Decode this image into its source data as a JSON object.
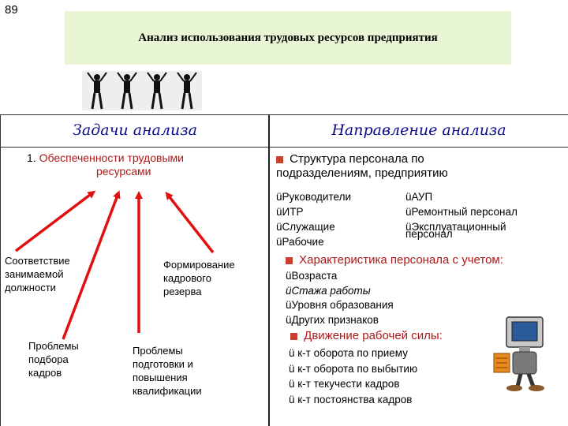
{
  "slide_number": "89",
  "title": "Анализ использования трудовых ресурсов предприятия",
  "left_header": "Задачи анализа",
  "right_header": "Направление анализа",
  "task": {
    "number": "1.",
    "text_line1": "Обеспеченности трудовыми",
    "text_line2": "ресурсами"
  },
  "left_boxes": {
    "correspondence": [
      "Соответствие",
      "занимаемой",
      "должности"
    ],
    "reserve": [
      "Формирование",
      "кадрового",
      "резерва"
    ],
    "selection": [
      "Проблемы",
      "подбора",
      "кадров"
    ],
    "training": [
      "Проблемы",
      "подготовки и",
      "повышения",
      "квалификации"
    ]
  },
  "structure": {
    "heading_line1": "Структура персонала по",
    "heading_line2": "подразделениям, предприятию",
    "col1": [
      "üРуководители",
      "üИТР",
      "üСлужащие",
      "üРабочие"
    ],
    "col2": [
      "üАУП",
      "üРемонтный персонал",
      "üЭксплуатационный",
      "персонал"
    ]
  },
  "characteristics": {
    "heading": "Характеристика персонала с учетом:",
    "items": [
      "üВозраста",
      "üСтажа работы",
      "üУровня образования",
      "üДругих признаков"
    ]
  },
  "movement": {
    "heading": "Движение рабочей силы:",
    "items": [
      "ü к-т оборота по приему",
      "ü к-т оборота по выбытию",
      "ü к-т текучести кадров",
      "ü к-т постоянства кадров"
    ]
  },
  "colors": {
    "title_bg": "#e9f6d6",
    "header_text": "#0a0a8c",
    "accent_red": "#b01818",
    "arrow": "#e01010"
  }
}
